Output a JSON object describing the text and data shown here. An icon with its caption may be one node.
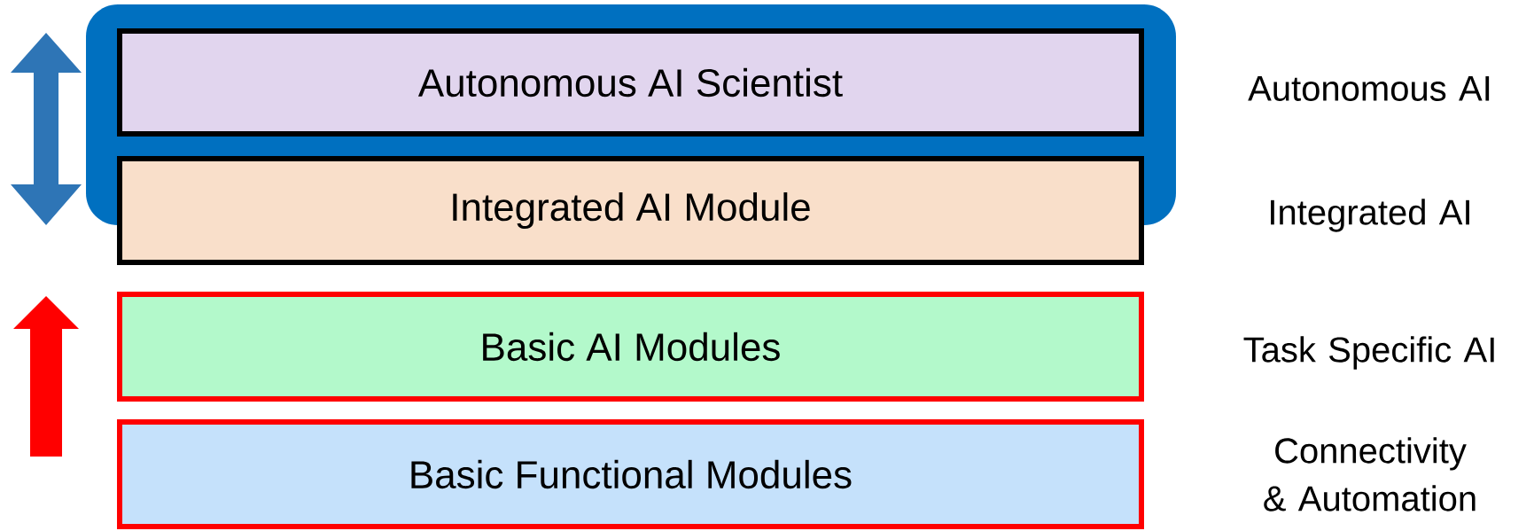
{
  "diagram": {
    "nodes": [
      {
        "text": [
          "Autonomous AI Scientist"
        ]
      },
      {
        "text": [
          "Integrated AI Module"
        ]
      },
      {
        "text": [
          "Basic AI Modules"
        ]
      },
      {
        "text": [
          "Basic Functional Modules"
        ]
      }
    ],
    "labels": [
      "Autonomous AI",
      "Integrated AI",
      "Task Specific AI",
      "Connectivity & Automation"
    ]
  }
}
